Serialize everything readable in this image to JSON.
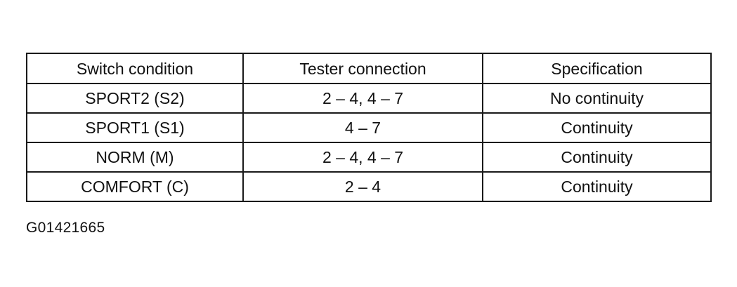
{
  "table": {
    "headers": [
      "Switch condition",
      "Tester connection",
      "Specification"
    ],
    "rows": [
      [
        "SPORT2 (S2)",
        "2 – 4, 4 – 7",
        "No continuity"
      ],
      [
        "SPORT1 (S1)",
        "4 – 7",
        "Continuity"
      ],
      [
        "NORM (M)",
        "2 – 4, 4 – 7",
        "Continuity"
      ],
      [
        "COMFORT (C)",
        "2 – 4",
        "Continuity"
      ]
    ]
  },
  "figure_id": "G01421665"
}
